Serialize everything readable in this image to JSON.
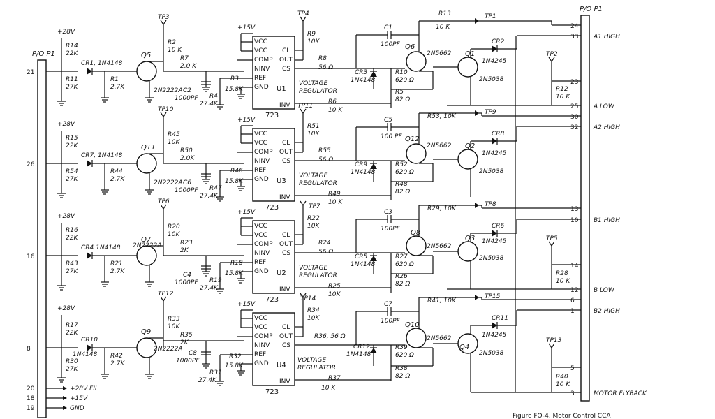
{
  "connectors": {
    "left_label": "P/O P1",
    "right_label": "P/O P1",
    "left_pins": [
      "21",
      "26",
      "16",
      "8",
      "20",
      "18",
      "19"
    ],
    "supply_lines": [
      {
        "pin": "20",
        "label": "+28V FIL"
      },
      {
        "pin": "18",
        "label": "+15V"
      },
      {
        "pin": "19",
        "label": "GND"
      }
    ],
    "right_pins": [
      "24",
      "33",
      "23",
      "25",
      "30",
      "32",
      "13",
      "10",
      "14",
      "12",
      "6",
      "1",
      "5",
      "3"
    ],
    "right_signals": [
      {
        "pin": "33",
        "label": "A1 HIGH"
      },
      {
        "pin": "25",
        "label": "A LOW"
      },
      {
        "pin": "32",
        "label": "A2 HIGH"
      },
      {
        "pin": "10",
        "label": "B1 HIGH"
      },
      {
        "pin": "12",
        "label": "B LOW"
      },
      {
        "pin": "1",
        "label": "B2 HIGH"
      },
      {
        "pin": "3",
        "label": "MOTOR FLYBACK"
      }
    ]
  },
  "ic": {
    "part": "723",
    "title_line1": "VOLTAGE",
    "title_line2": "REGULATOR",
    "pins_left": [
      "VCC",
      "VCC",
      "COMP",
      "NINV",
      "REF",
      "GND"
    ],
    "pins_right": [
      "CL",
      "OUT",
      "CS",
      "INV"
    ]
  },
  "power": {
    "v28": "+28V",
    "v15": "+15V"
  },
  "stages": [
    {
      "in_pin": "21",
      "rtop": "R14",
      "rtop_val": "22K",
      "rbot": "R11",
      "rbot_val": "27K",
      "cr": "CR1, 1N4148",
      "rb": "R1",
      "rb_val": "2.7K",
      "q": "Q5",
      "q_type": "2N2222A",
      "tp": "TP3",
      "rc": "R2",
      "rc_val": "10 K",
      "rs": "R7",
      "rs_val": "2.0 K",
      "c": "C2",
      "c_val": "1000PF",
      "r_ref": "R3",
      "r_ref_val": "15.8K",
      "r_gnd": "R4",
      "r_gnd_val": "27.4K",
      "u": "U1",
      "tp_top": "TP4",
      "r_pull": "R9",
      "r_pull_val": "10K",
      "r_out": "R8",
      "r_out_val": "56 Ω",
      "cf": "C1",
      "cf_val": "100PF",
      "cr_d": "CR3",
      "cr_d_type": "1N4148",
      "r_b2": "R10",
      "r_b2_val": "620 Ω",
      "r_e": "R5",
      "r_e_val": "82 Ω",
      "r_inv": "R6",
      "r_inv_val": "10 K",
      "qd": "Q6",
      "qd_type": "2N5662",
      "qp": "Q1",
      "qp_type": "2N5038",
      "cr_p": "CR2",
      "cr_p_type": "1N4245",
      "r_fb": "R13",
      "r_fb_val": "10 K",
      "tp_fb": "TP1"
    },
    {
      "in_pin": "26",
      "rtop": "R15",
      "rtop_val": "22K",
      "rbot": "R54",
      "rbot_val": "27K",
      "cr": "CR7, 1N4148",
      "rb": "R44",
      "rb_val": "2.7K",
      "q": "Q11",
      "q_type": "2N2222A",
      "tp": "TP10",
      "rc": "R45",
      "rc_val": "10K",
      "rs": "R50",
      "rs_val": "2.0K",
      "c": "C6",
      "c_val": "1000PF",
      "r_ref": "R46",
      "r_ref_val": "15.8K",
      "r_gnd": "R47",
      "r_gnd_val": "27.4K",
      "u": "U3",
      "tp_top": "TP11",
      "r_pull": "R51",
      "r_pull_val": "10K",
      "r_out": "R55",
      "r_out_val": "56 Ω",
      "cf": "C5",
      "cf_val": "100 PF",
      "cr_d": "CR9",
      "cr_d_type": "1N4148",
      "r_b2": "R52",
      "r_b2_val": "620 Ω",
      "r_e": "R48",
      "r_e_val": "82 Ω",
      "r_inv": "R49",
      "r_inv_val": "10 K",
      "qd": "Q12",
      "qd_type": "2N5662",
      "qp": "Q2",
      "qp_type": "2N5038",
      "cr_p": "CR8",
      "cr_p_type": "1N4245",
      "r_fb": "R53, 10K",
      "tp_fb": "TP9"
    },
    {
      "in_pin": "16",
      "rtop": "R16",
      "rtop_val": "22K",
      "rbot": "R43",
      "rbot_val": "27K",
      "cr": "CR4 1N4148",
      "rb": "R21",
      "rb_val": "2.7K",
      "q": "Q7",
      "q_type": "2N2222A",
      "tp": "TP6",
      "rc": "R20",
      "rc_val": "10K",
      "rs": "R23",
      "rs_val": "2K",
      "c": "C4",
      "c_val": "1000PF",
      "r_ref": "R18",
      "r_ref_val": "15.8K",
      "r_gnd": "R19",
      "r_gnd_val": "27.4K",
      "u": "U2",
      "tp_top": "TP7",
      "r_pull": "R22",
      "r_pull_val": "10K",
      "r_out": "R24",
      "r_out_val": "56 Ω",
      "cf": "C3",
      "cf_val": "100PF",
      "cr_d": "CR5",
      "cr_d_type": "1N4148",
      "r_b2": "R27",
      "r_b2_val": "620 Ω",
      "r_e": "R26",
      "r_e_val": "82 Ω",
      "r_inv": "R25",
      "r_inv_val": "10K",
      "qd": "Q8",
      "qd_type": "2N5662",
      "qp": "Q3",
      "qp_type": "2N5038",
      "cr_p": "CR6",
      "cr_p_type": "1N4245",
      "r_fb": "R29, 10K",
      "tp_fb": "TP8"
    },
    {
      "in_pin": "8",
      "rtop": "R17",
      "rtop_val": "22K",
      "rbot": "R30",
      "rbot_val": "27K",
      "cr": "CR10",
      "cr_type": "1N4148",
      "rb": "R42",
      "rb_val": "2.7K",
      "q": "Q9",
      "q_type": "2N2222A",
      "tp": "TP12",
      "rc": "R33",
      "rc_val": "10K",
      "rs": "R35",
      "rs_val": "2K",
      "c": "C8",
      "c_val": "1000PF",
      "r_ref": "R32",
      "r_ref_val": "15.8K",
      "r_gnd": "R31",
      "r_gnd_val": "27.4K",
      "u": "U4",
      "tp_top": "TP14",
      "r_pull": "R34",
      "r_pull_val": "10K",
      "r_out": "R36, 56 Ω",
      "cf": "C7",
      "cf_val": "100PF",
      "cr_d": "CR12",
      "cr_d_type": "1N4148",
      "r_b2": "R39",
      "r_b2_val": "620 Ω",
      "r_e": "R38",
      "r_e_val": "82 Ω",
      "r_inv": "R37",
      "r_inv_val": "10 K",
      "qd": "Q10",
      "qd_type": "2N5662",
      "qp": "Q4",
      "qp_type": "2N5038",
      "cr_p": "CR11",
      "cr_p_type": "1N4245",
      "r_fb": "R41, 10K",
      "tp_fb": "TP15"
    }
  ],
  "right_tps": [
    {
      "tp": "TP2",
      "r": "R12",
      "r_val": "10 K"
    },
    {
      "tp": "TP5",
      "r": "R28",
      "r_val": "10 K"
    },
    {
      "tp": "TP13",
      "r": "R40",
      "r_val": "10 K"
    }
  ],
  "caption": "Figure FO-4.   Motor Control CCA"
}
